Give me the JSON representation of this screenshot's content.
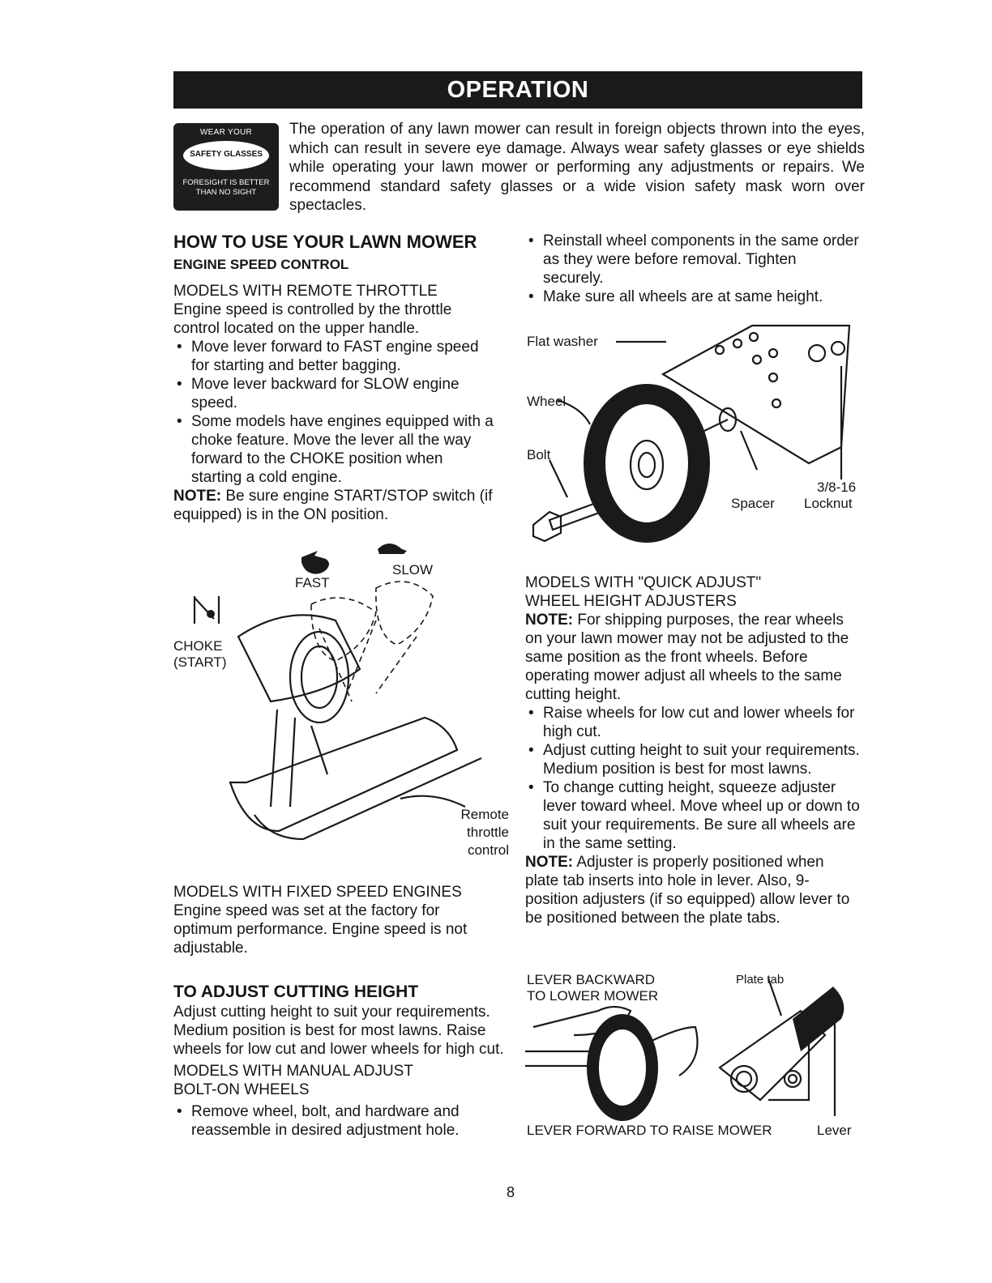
{
  "banner": {
    "title": "OPERATION"
  },
  "safety_badge": {
    "line1": "WEAR YOUR",
    "line2": "SAFETY GLASSES",
    "line3": "FORESIGHT IS BETTER",
    "line4": "THAN NO SIGHT"
  },
  "warning_text": "The operation of any lawn mower can result in foreign objects thrown into the eyes, which can result in severe eye damage. Always wear safety glasses or eye shields while operating your lawn mower or performing any adjustments or repairs. We recommend standard safety glasses or a wide vision safety mask worn over spectacles.",
  "left": {
    "heading": "HOW TO USE YOUR LAWN MOWER",
    "subheading": "ENGINE SPEED CONTROL",
    "remote": {
      "title": "MODELS WITH REMOTE THROTTLE",
      "intro": "Engine speed is controlled by the throttle control located on the upper handle.",
      "bullets": [
        "Move lever forward to FAST engine speed for starting and better bagging.",
        "Move lever backward for SLOW engine speed.",
        "Some models have engines equipped with a choke feature. Move the lever all the way forward to the CHOKE position when starting a cold engine."
      ],
      "note_label": "NOTE:",
      "note": " Be sure engine START/STOP switch (if equipped) is in the ON position."
    },
    "throttle_figure": {
      "fast": "FAST",
      "slow": "SLOW",
      "choke1": "CHOKE",
      "choke2": "(START)",
      "remote1": "Remote",
      "remote2": "throttle",
      "remote3": "control"
    },
    "fixed": {
      "title": "MODELS WITH FIXED SPEED ENGINES",
      "text": "Engine speed was set at the factory for optimum performance. Engine speed is not adjustable."
    },
    "cutting": {
      "heading": "TO ADJUST CUTTING HEIGHT",
      "text": "Adjust cutting height to suit your requirements. Medium position is best for most lawns. Raise wheels for low cut and lower wheels for high cut.",
      "manual_title1": "MODELS WITH MANUAL ADJUST",
      "manual_title2": "BOLT-ON WHEELS",
      "bullets": [
        "Remove wheel, bolt, and hardware and reassemble in desired adjustment hole."
      ]
    }
  },
  "right": {
    "bullets": [
      "Reinstall wheel components in the same order as they were before removal. Tighten securely.",
      "Make sure all wheels are at same height."
    ],
    "wheel_figure": {
      "flat_washer": "Flat washer",
      "wheel": "Wheel",
      "bolt": "Bolt",
      "spacer": "Spacer",
      "size": "3/8-16",
      "locknut": "Locknut"
    },
    "quick": {
      "title1": "MODELS WITH \"QUICK ADJUST\"",
      "title2": "WHEEL HEIGHT ADJUSTERS",
      "note_label": "NOTE:",
      "note": " For shipping purposes, the rear wheels on your lawn mower may not be adjusted to the same position as the front wheels. Before operating mower adjust all wheels to the same cutting height.",
      "bullets": [
        "Raise wheels for low cut and lower wheels for high cut.",
        "Adjust cutting height to suit your requirements. Medium position is best for most lawns.",
        "To change cutting height, squeeze adjuster lever toward wheel. Move wheel up or down to suit your requirements. Be sure all wheels are in the same setting."
      ],
      "note2_label": "NOTE:",
      "note2": " Adjuster is properly positioned when plate tab inserts into hole in lever. Also, 9-position adjusters (if so equipped) allow lever to be positioned between the plate tabs."
    },
    "lever_figure": {
      "back1": "LEVER BACKWARD",
      "back2": "TO LOWER MOWER",
      "plate_tab": "Plate tab",
      "forward": "LEVER FORWARD TO RAISE MOWER",
      "lever": "Lever"
    }
  },
  "page_number": "8"
}
